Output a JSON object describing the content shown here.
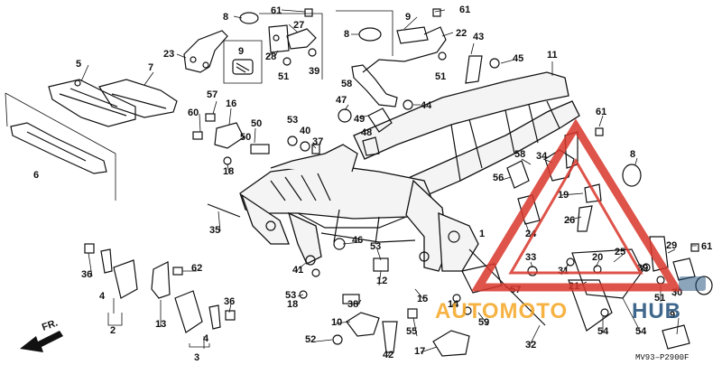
{
  "diagram": {
    "code": "MV93–P2900F",
    "front_label": "FR.",
    "labels": [
      "1",
      "2",
      "3",
      "4",
      "4",
      "5",
      "6",
      "7",
      "8",
      "8",
      "8",
      "9",
      "9",
      "9",
      "10",
      "11",
      "12",
      "13",
      "14",
      "15",
      "16",
      "17",
      "18",
      "18",
      "19",
      "20",
      "21",
      "22",
      "23",
      "24",
      "25",
      "26",
      "27",
      "28",
      "29",
      "30",
      "31",
      "32",
      "33",
      "34",
      "35",
      "36",
      "36",
      "37",
      "38",
      "39",
      "39",
      "40",
      "41",
      "42",
      "43",
      "44",
      "45",
      "46",
      "47",
      "48",
      "49",
      "50",
      "50",
      "51",
      "51",
      "51",
      "52",
      "53",
      "53",
      "53",
      "54",
      "54",
      "55",
      "56",
      "57",
      "57",
      "58",
      "58",
      "59",
      "60",
      "61",
      "61",
      "61",
      "61",
      "62"
    ]
  },
  "watermark": {
    "text_a": "AUTOMOTO",
    "text_b": "HUB",
    "color_orange": "#f5a623",
    "color_red": "#d9362b",
    "color_blue": "#1f4e79"
  }
}
